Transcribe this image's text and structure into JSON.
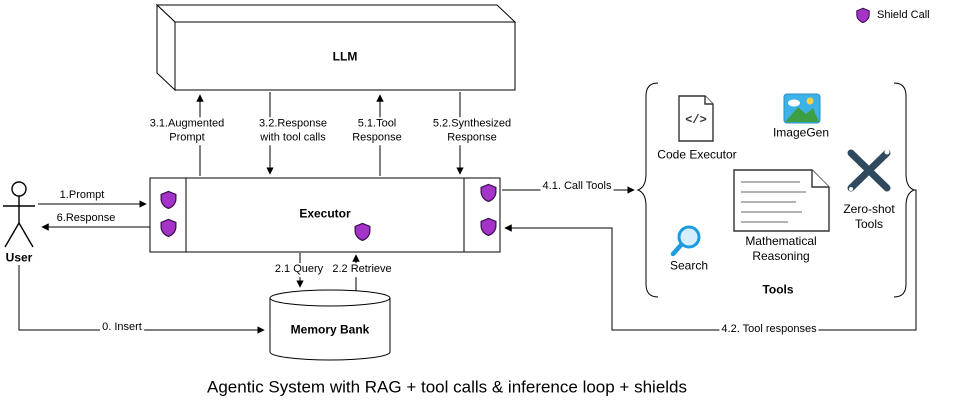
{
  "title": "Agentic System with RAG + tool calls & inference loop + shields",
  "legend": {
    "shield_label": "Shield Call"
  },
  "nodes": {
    "llm": {
      "label": "LLM"
    },
    "executor": {
      "label": "Executor"
    },
    "memory_bank": {
      "label": "Memory Bank"
    },
    "user": {
      "label": "User"
    },
    "tools_group": {
      "label": "Tools"
    }
  },
  "tools": {
    "code_executor": {
      "label": "Code Executor",
      "glyph": "</>"
    },
    "imagegen": {
      "label": "ImageGen"
    },
    "search": {
      "label": "Search"
    },
    "mathematical_reasoning": {
      "label": "Mathematical\nReasoning"
    },
    "zero_shot_tools": {
      "label": "Zero-shot\nTools"
    }
  },
  "edges": {
    "prompt": {
      "label": "1.Prompt"
    },
    "response": {
      "label": "6.Response"
    },
    "insert": {
      "label": "0. Insert"
    },
    "augmented_prompt": {
      "label": "3.1.Augmented\nPrompt"
    },
    "response_with_tool_calls": {
      "label": "3.2.Response\nwith tool calls"
    },
    "tool_response": {
      "label": "5.1.Tool\nResponse"
    },
    "synthesized_response": {
      "label": "5.2.Synthesized\nResponse"
    },
    "query": {
      "label": "2.1 Query"
    },
    "retrieve": {
      "label": "2.2 Retrieve"
    },
    "call_tools": {
      "label": "4.1. Call Tools"
    },
    "tool_responses": {
      "label": "4.2. Tool responses"
    }
  },
  "icons": [
    "shield-icon",
    "user-actor-icon",
    "database-cylinder-icon",
    "code-file-icon",
    "imagegen-icon",
    "search-icon",
    "math-document-icon",
    "crossed-tools-icon"
  ],
  "colors": {
    "shield_fill": "#a433c8",
    "shield_stroke": "#3f1152",
    "search_blue": "#1e9be0",
    "tools_dark": "#2f4a5e",
    "imagegen_sky": "#3db2e8",
    "imagegen_mountain": "#3d9e43",
    "imagegen_sun": "#ffd24a"
  }
}
